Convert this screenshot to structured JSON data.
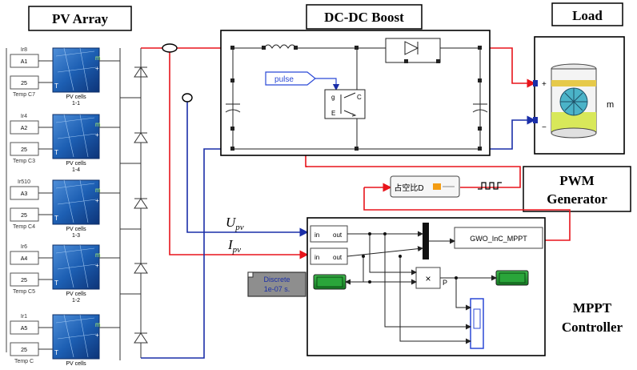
{
  "titles": {
    "pv_array": "PV Array",
    "dcdc_boost": "DC-DC Boost",
    "load": "Load",
    "pwm_line1": "PWM",
    "pwm_line2": "Generator",
    "mppt_line1": "MPPT",
    "mppt_line2": "Controller"
  },
  "pv_cells": [
    {
      "irr_label": "Ir8",
      "irr_value": "A1",
      "temp_value": "25",
      "temp_label": "Temp C7",
      "cell_line1": "PV cells",
      "cell_line2": "1-1"
    },
    {
      "irr_label": "Ir4",
      "irr_value": "A2",
      "temp_value": "25",
      "temp_label": "Temp C3",
      "cell_line1": "PV cells",
      "cell_line2": "1-4"
    },
    {
      "irr_label": "Ir510",
      "irr_value": "A3",
      "temp_value": "25",
      "temp_label": "Temp C4",
      "cell_line1": "PV cells",
      "cell_line2": "1-3"
    },
    {
      "irr_label": "Ir6",
      "irr_value": "A4",
      "temp_value": "25",
      "temp_label": "Temp C5",
      "cell_line1": "PV cells",
      "cell_line2": "1-2"
    },
    {
      "irr_label": "Ir1",
      "irr_value": "A5",
      "temp_value": "25",
      "temp_label": "Temp C",
      "cell_line1": "PV cells",
      "cell_line2": ""
    }
  ],
  "port_labels": {
    "m": "m",
    "plus": "+",
    "minus": "−",
    "T": "T",
    "g": "g",
    "E": "E",
    "C": "C"
  },
  "boost": {
    "pulse_label": "pulse"
  },
  "pwm": {
    "block_label": "占空比D"
  },
  "signals": {
    "upv_main": "U",
    "upv_sub": "pv",
    "ipv_main": "I",
    "ipv_sub": "pv"
  },
  "mppt": {
    "in_label": "in",
    "out_label": "out",
    "algo_label": "GWO_InC_MPPT",
    "product_symbol": "×",
    "product_output": "P"
  },
  "powergui": {
    "line1": "Discrete",
    "line2": "1e-07 s."
  },
  "load": {
    "port_m": "m"
  },
  "colors": {
    "pv_wire": "#e8141b",
    "neg_wire": "#1a2ea8",
    "panel_blue": "#1d5fb3",
    "display_green": "#1f8a2e",
    "powergui_fill": "#8e8e8e"
  }
}
